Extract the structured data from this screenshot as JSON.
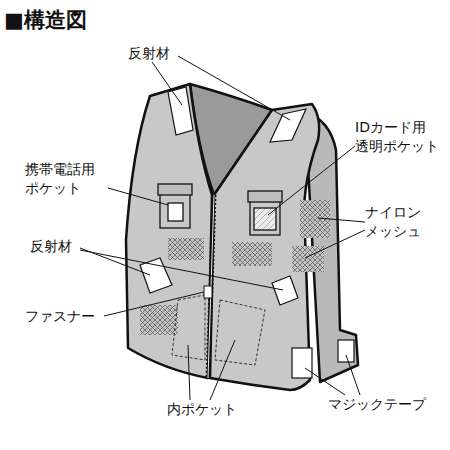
{
  "diagram": {
    "title": "■構造図",
    "labels": [
      "反射材",
      "IDカード用 透明ポケット",
      "携帯電話用 ポケット",
      "ナイロン メッシュ",
      "反射材",
      "ファスナー",
      "内ポケット",
      "マジックテープ"
    ]
  }
}
